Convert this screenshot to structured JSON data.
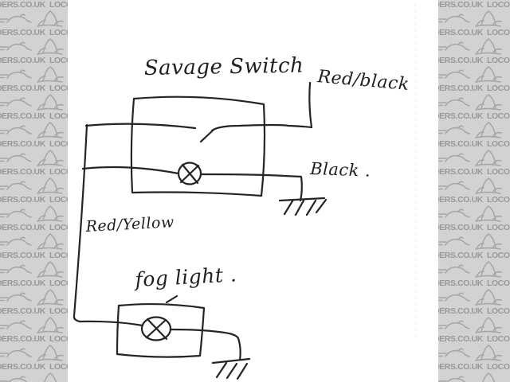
{
  "watermark": {
    "left_text": "DERS.CO.UK  LOCOSTE",
    "right_text": "DERS.CO.UK  LOCOST",
    "bg_color": "#d2d2d2",
    "text_color": "#999999",
    "icons": {
      "car_side": "car-side-sketch-icon",
      "car_logo": "locost-kitcar-logo-icon"
    }
  },
  "diagram": {
    "ink_color": "#242424",
    "paper_color": "#ffffff",
    "labels": {
      "savage_switch": "Savage Switch",
      "red_black": "Red/black",
      "black": "Black .",
      "red_yellow": "Red/Yellow",
      "fog_light": "fog light ."
    },
    "icons": {
      "lamp": "circle-with-x-lamp",
      "ground": "hatched-earth-ground"
    }
  }
}
